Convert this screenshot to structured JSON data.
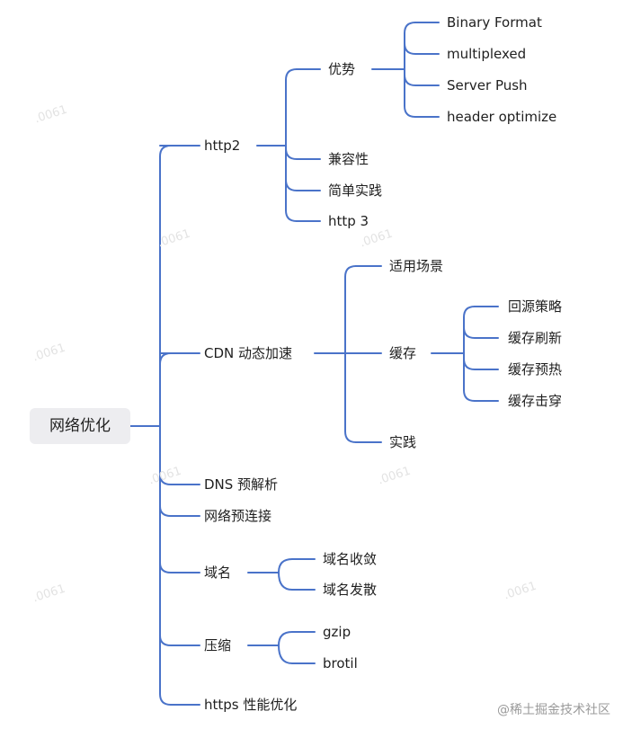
{
  "root": {
    "label": "网络优化"
  },
  "http2": {
    "label": "http2",
    "advantage": {
      "label": "优势",
      "items": [
        "Binary Format",
        "multiplexed",
        "Server Push",
        "header optimize"
      ]
    },
    "compat": "兼容性",
    "practice": "简单实践",
    "http3": "http 3"
  },
  "cdn": {
    "label": "CDN 动态加速",
    "scenarios": "适用场景",
    "cache": {
      "label": "缓存",
      "items": [
        "回源策略",
        "缓存刷新",
        "缓存预热",
        "缓存击穿"
      ]
    },
    "practice": "实践"
  },
  "dns": {
    "label": "DNS 预解析"
  },
  "preconnect": {
    "label": "网络预连接"
  },
  "domain": {
    "label": "域名",
    "items": [
      "域名收敛",
      "域名发散"
    ]
  },
  "compress": {
    "label": "压缩",
    "items": [
      "gzip",
      "brotil"
    ]
  },
  "https": {
    "label": "https 性能优化"
  },
  "watermark": ".0061",
  "credit": "@稀土掘金技术社区",
  "colors": {
    "edge": "#4a73c9",
    "root_bg": "#ededf0"
  }
}
